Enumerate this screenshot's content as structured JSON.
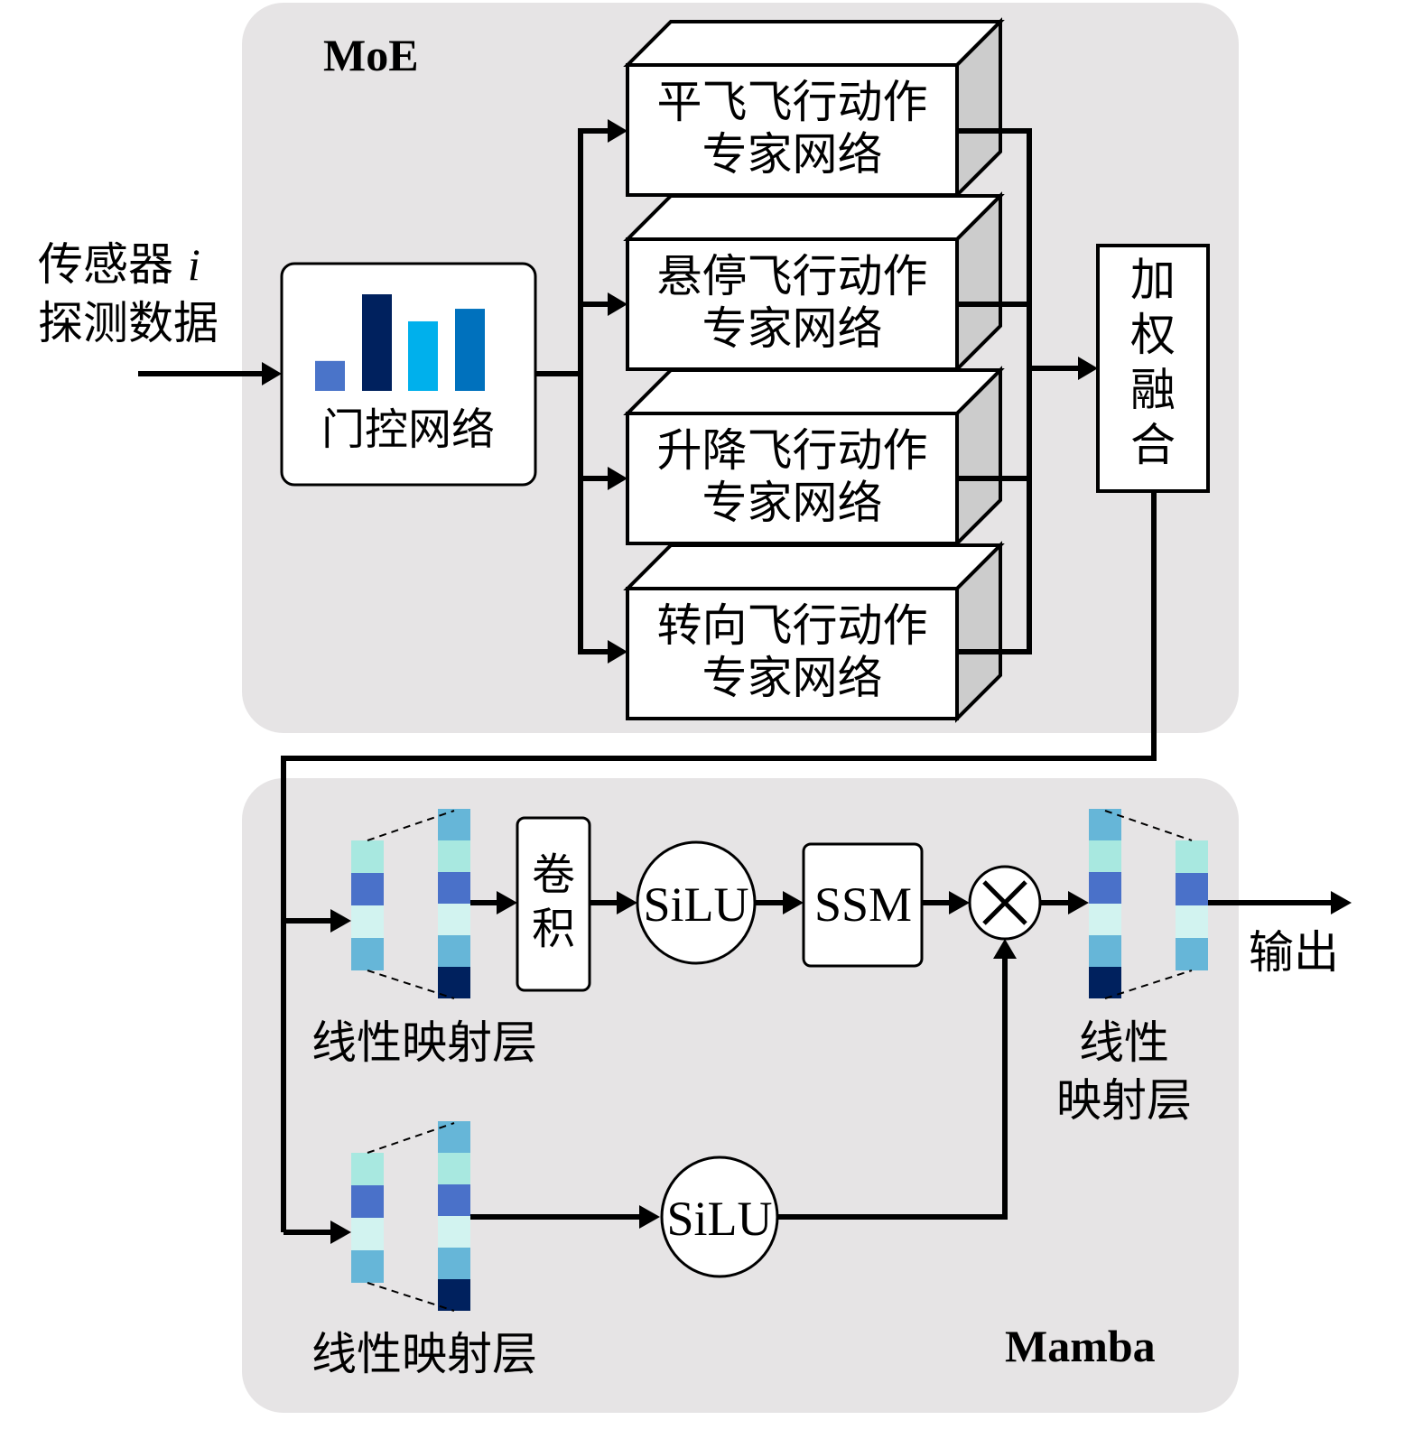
{
  "colors": {
    "panel": "#e6e4e5",
    "box": "#ffffff",
    "stroke": "#000000",
    "side_face": "#cccccc",
    "bar_1": "#4a74c9",
    "bar_2": "#00215e",
    "bar_3": "#00b0ec",
    "bar_4": "#0071bd",
    "cell_mid_blue": "#66b6d8",
    "cell_aqua": "#a8e8e0",
    "cell_royal": "#4a71c9",
    "cell_pale": "#d2f3f0",
    "cell_navy": "#00215e"
  },
  "moe": {
    "title": "MoE",
    "input_label_line1": "传感器 ",
    "input_label_var": "i",
    "input_label_line2": "探测数据",
    "gate": {
      "label": "门控网络",
      "icon": "bar-chart-icon",
      "bar_levels": [
        0.31,
        1.0,
        0.72,
        0.85
      ]
    },
    "experts": [
      {
        "line1": "平飞飞行动作",
        "line2": "专家网络"
      },
      {
        "line1": "悬停飞行动作",
        "line2": "专家网络"
      },
      {
        "line1": "升降飞行动作",
        "line2": "专家网络"
      },
      {
        "line1": "转向飞行动作",
        "line2": "专家网络"
      }
    ],
    "fusion": {
      "chars": [
        "加",
        "权",
        "融",
        "合"
      ]
    }
  },
  "mamba": {
    "title": "Mamba",
    "linear_top_label": "线性映射层",
    "conv_chars": [
      "卷",
      "积"
    ],
    "silu_top": "SiLU",
    "ssm": "SSM",
    "multiply_icon": "multiply-icon",
    "linear_out_line1": "线性",
    "linear_out_line2": "映射层",
    "output_label": "输出",
    "linear_bottom_label": "线性映射层",
    "silu_bottom": "SiLU"
  }
}
